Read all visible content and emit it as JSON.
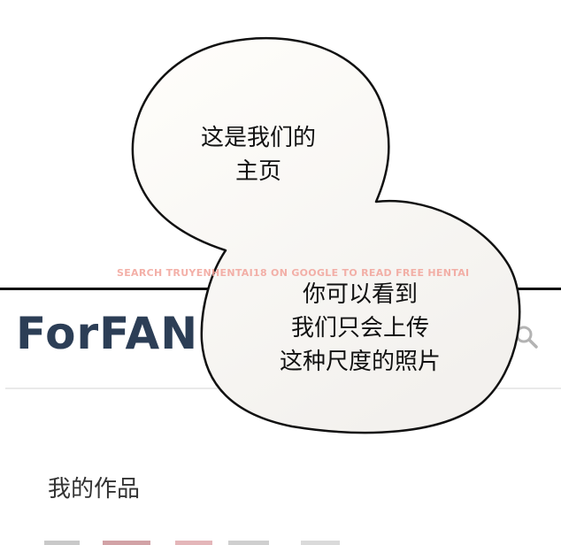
{
  "site": {
    "brand_text": "ForFAN",
    "section_title": "我的作品",
    "search_icon": "search-icon"
  },
  "bubbles": {
    "first": {
      "line1": "这是我们的",
      "line2": "主页"
    },
    "second": {
      "line1": "你可以看到",
      "line2": "我们只会上传",
      "line3": "这种尺度的照片"
    }
  },
  "watermark": {
    "text": "SEARCH TRUYENHENTAI18 ON GOOGLE TO READ FREE HENTAI"
  },
  "colors": {
    "brand": "#2c3e56",
    "frame": "#111111",
    "bubble_fill": "#fdfcfa",
    "watermark": "#f2a39a"
  }
}
